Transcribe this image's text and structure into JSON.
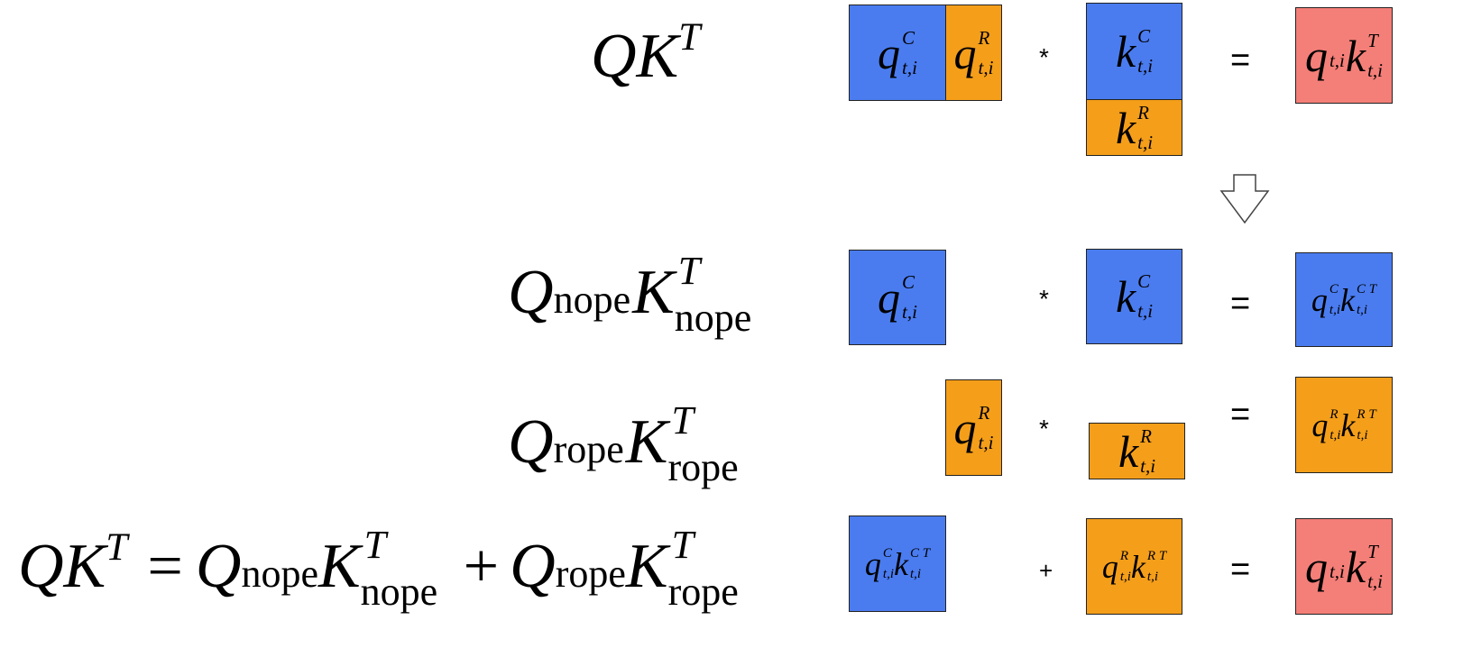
{
  "rows": [
    {
      "label": {
        "main1": "QK",
        "sup1": "T"
      },
      "left_boxes": [
        {
          "base": "q",
          "sup": "C",
          "sub": "t,i",
          "color": "blue"
        },
        {
          "base": "q",
          "sup": "R",
          "sub": "t,i",
          "color": "orange"
        }
      ],
      "op": "*",
      "right_boxes": [
        {
          "base": "k",
          "sup": "C",
          "sub": "t,i",
          "color": "blue"
        },
        {
          "base": "k",
          "sup": "R",
          "sub": "t,i",
          "color": "orange"
        }
      ],
      "eq": "=",
      "result": {
        "text": "q",
        "sub1": "t,i",
        "text2": "k",
        "sup2": "T",
        "sub2": "t,i",
        "color": "red"
      }
    },
    {
      "label": {
        "Q": "Q",
        "qsub": "nope",
        "K": "K",
        "ksup": "T",
        "ksub": "nope"
      },
      "left": {
        "base": "q",
        "sup": "C",
        "sub": "t,i",
        "color": "blue"
      },
      "op": "*",
      "right": {
        "base": "k",
        "sup": "C",
        "sub": "t,i",
        "color": "blue"
      },
      "eq": "=",
      "result": {
        "q": "q",
        "qsup": "C",
        "qsub": "t,i",
        "k": "k",
        "ksup": "C T",
        "ksub": "t,i",
        "color": "blue"
      }
    },
    {
      "label": {
        "Q": "Q",
        "qsub": "rope",
        "K": "K",
        "ksup": "T",
        "ksub": "rope"
      },
      "left": {
        "base": "q",
        "sup": "R",
        "sub": "t,i",
        "color": "orange"
      },
      "op": "*",
      "right": {
        "base": "k",
        "sup": "R",
        "sub": "t,i",
        "color": "orange"
      },
      "eq": "=",
      "result": {
        "q": "q",
        "qsup": "R",
        "qsub": "t,i",
        "k": "k",
        "ksup": "R T",
        "ksub": "t,i",
        "color": "orange"
      }
    },
    {
      "label": {
        "lhs": "QK",
        "lhs_sup": "T",
        "eq": "=",
        "Q1": "Q",
        "q1sub": "nope",
        "K1": "K",
        "k1sup": "T",
        "k1sub": "nope",
        "plus": "+",
        "Q2": "Q",
        "q2sub": "rope",
        "K2": "K",
        "k2sup": "T",
        "k2sub": "rope"
      },
      "left": {
        "q": "q",
        "qsup": "C",
        "qsub": "t,i",
        "k": "k",
        "ksup": "C T",
        "ksub": "t,i",
        "color": "blue"
      },
      "op": "+",
      "right": {
        "q": "q",
        "qsup": "R",
        "qsub": "t,i",
        "k": "k",
        "ksup": "R T",
        "ksub": "t,i",
        "color": "orange"
      },
      "eq": "=",
      "result": {
        "text": "q",
        "sub1": "t,i",
        "text2": "k",
        "sup2": "T",
        "sub2": "t,i",
        "color": "red"
      }
    }
  ],
  "arrow_icon": "down-arrow-outline-icon",
  "colors": {
    "blue": "#4a7cf0",
    "orange": "#f49e1a",
    "red": "#f47f78"
  }
}
